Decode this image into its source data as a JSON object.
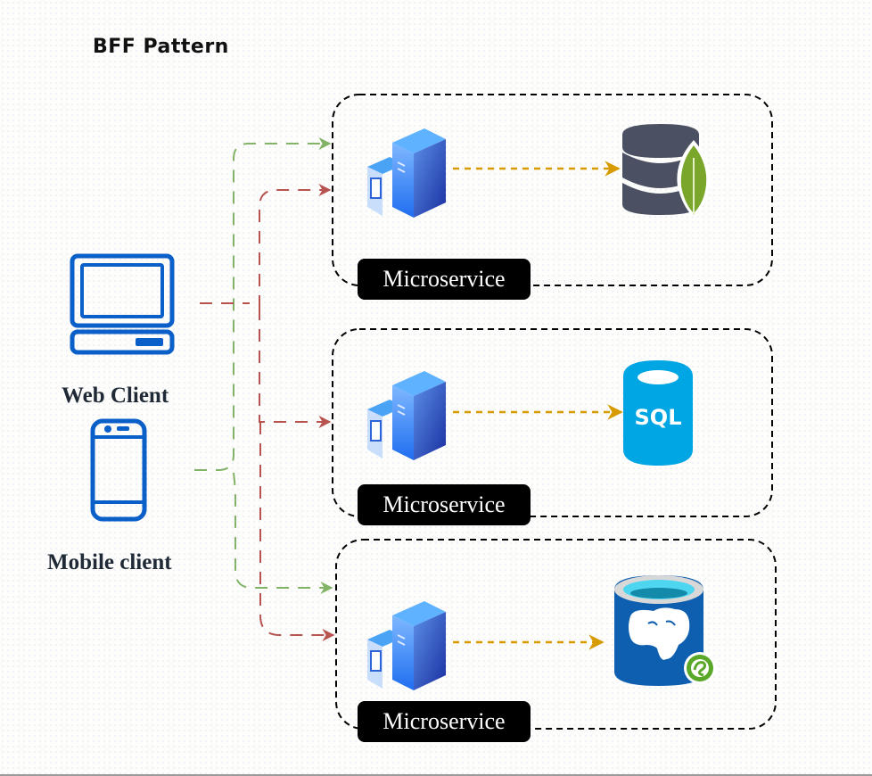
{
  "diagram": {
    "title": "BFF Pattern",
    "clients": [
      {
        "label": "Web Client",
        "icon": "desktop-computer-icon"
      },
      {
        "label": "Mobile client",
        "icon": "mobile-phone-icon"
      }
    ],
    "microservices": [
      {
        "label": "Microservice",
        "server_icon": "server-icon",
        "database": "MongoDB",
        "database_icon": "mongodb-icon"
      },
      {
        "label": "Microservice",
        "server_icon": "server-icon",
        "database": "SQL",
        "database_icon": "sql-database-icon"
      },
      {
        "label": "Microservice",
        "server_icon": "server-icon",
        "database": "PostgreSQL",
        "database_icon": "postgresql-icon"
      }
    ],
    "sql_badge_text": "SQL",
    "connections": [
      {
        "from": "Mobile client",
        "to": "Microservice 1",
        "color": "#82b366",
        "style": "dashed"
      },
      {
        "from": "Mobile client",
        "to": "Microservice 3",
        "color": "#82b366",
        "style": "dashed"
      },
      {
        "from": "Web Client",
        "to": "Microservice 1",
        "color": "#b85450",
        "style": "dashed"
      },
      {
        "from": "Web Client",
        "to": "Microservice 2",
        "color": "#b85450",
        "style": "dashed"
      },
      {
        "from": "Web Client",
        "to": "Microservice 3",
        "color": "#b85450",
        "style": "dashed"
      },
      {
        "from": "Microservice 1",
        "to": "MongoDB",
        "color": "#d79b00",
        "style": "dotted"
      },
      {
        "from": "Microservice 2",
        "to": "SQL",
        "color": "#d79b00",
        "style": "dotted"
      },
      {
        "from": "Microservice 3",
        "to": "PostgreSQL",
        "color": "#d79b00",
        "style": "dotted"
      }
    ],
    "colors": {
      "mobile_path": "#82b366",
      "web_path": "#b85450",
      "db_path": "#d79b00",
      "client_icon": "#0a5fc8",
      "label_bg": "#000000"
    }
  }
}
